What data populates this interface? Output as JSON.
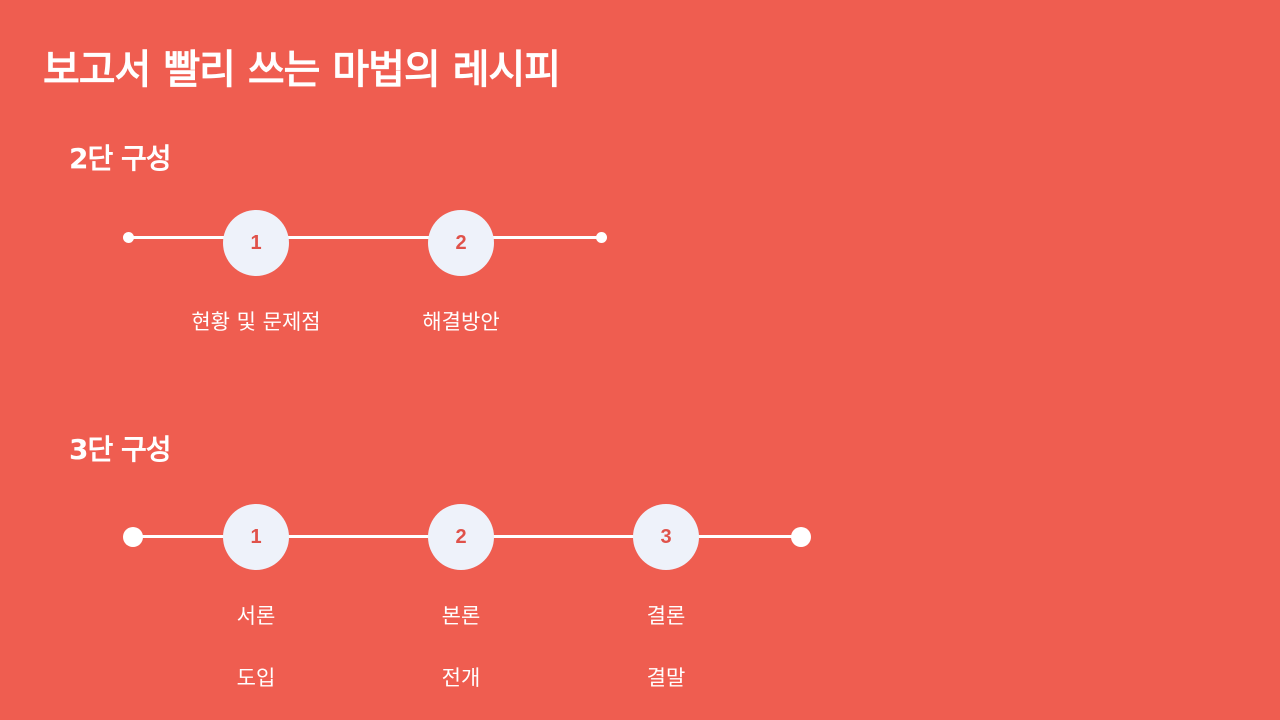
{
  "title": "보고서 빨리 쓰는 마법의 레시피",
  "two_part": {
    "heading": "2단 구성",
    "steps": [
      {
        "number": "1",
        "label": "현황 및 문제점"
      },
      {
        "number": "2",
        "label": "해결방안"
      }
    ]
  },
  "three_part": {
    "heading": "3단 구성",
    "steps": [
      {
        "number": "1",
        "label": "서론",
        "sublabel": "도입"
      },
      {
        "number": "2",
        "label": "본론",
        "sublabel": "전개"
      },
      {
        "number": "3",
        "label": "결론",
        "sublabel": "결말"
      }
    ]
  },
  "colors": {
    "background": "#EF5D50",
    "circle_fill": "#EEF2FA",
    "circle_text": "#E0524A",
    "line": "#FFFFFF"
  }
}
